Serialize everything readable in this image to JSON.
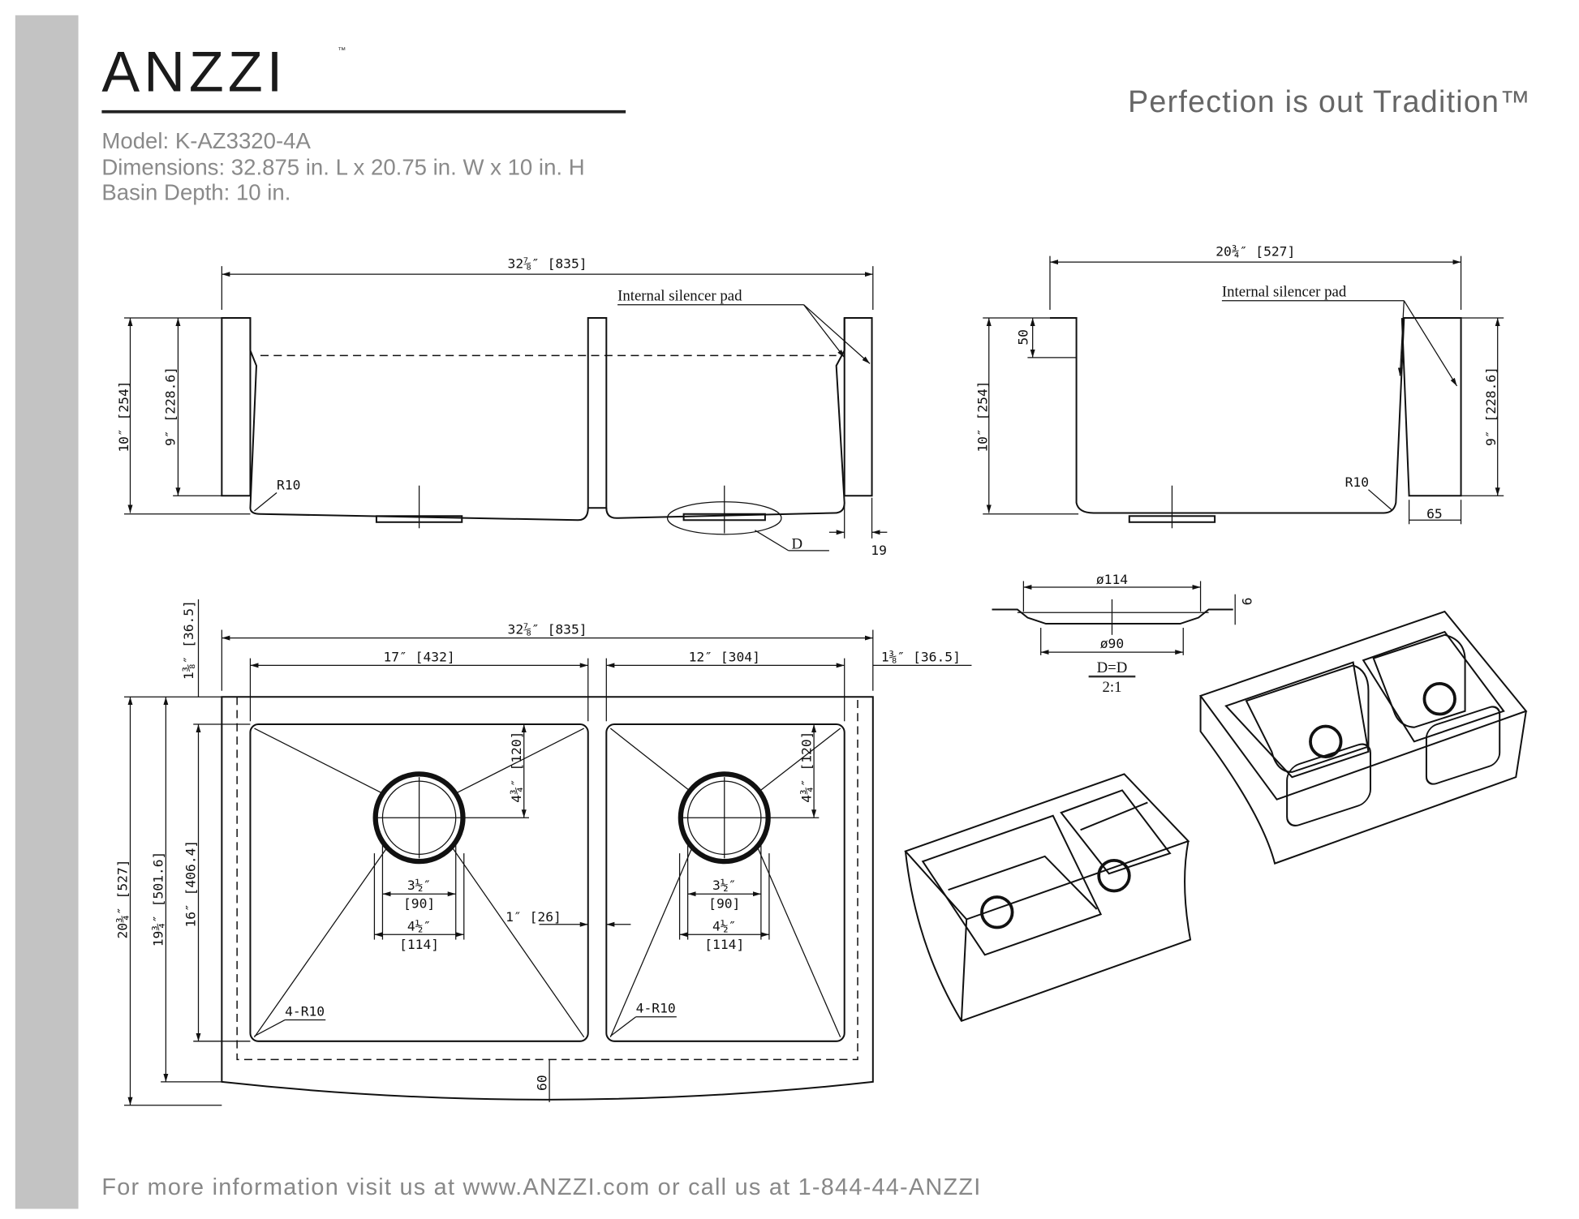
{
  "brand": {
    "logo": "ANZZI",
    "tm": "™",
    "tagline": "Perfection is out Tradition™"
  },
  "specs": {
    "model": "Model: K-AZ3320-4A",
    "dimensions": "Dimensions: 32.875 in. L x 20.75 in. W x 10 in. H",
    "basin_depth": "Basin Depth: 10 in."
  },
  "front_view": {
    "length": "32⅞″ [835]",
    "height": "10″ [254]",
    "inner_height": "9″ [228.6]",
    "silencer": "Internal silencer pad",
    "radius": "R10",
    "detail": "D",
    "wall": "19"
  },
  "side_view": {
    "width": "20¾″ [527]",
    "height": "10″ [254]",
    "inner_height": "9″ [228.6]",
    "rim": "50",
    "silencer": "Internal silencer pad",
    "radius": "R10",
    "apron": "65"
  },
  "drain_detail": {
    "outer": "ø114",
    "inner": "ø90",
    "depth": "6",
    "label": "D=D",
    "scale": "2:1"
  },
  "top_view": {
    "length": "32⅞″ [835]",
    "left_basin": "17″ [432]",
    "right_basin": "12″ [304]",
    "side_margin_right": "1⅜″ [36.5]",
    "side_margin_top": "1⅜″ [36.5]",
    "width": "20¾″ [527]",
    "width_inner": "19¾″ [501.6]",
    "basin_depth": "16″ [406.4]",
    "drain_offset_left": "4¾″ [120]",
    "drain_offset_right": "4¾″ [120]",
    "drain_inner_in": "3½″",
    "drain_inner_mm": "[90]",
    "drain_outer_in": "4½″",
    "drain_outer_mm": "[114]",
    "divider": "1″ [26]",
    "corner_left": "4-R10",
    "corner_right": "4-R10",
    "front": "60"
  },
  "footer": "For more information visit us at www.ANZZI.com or call us at 1-844-44-ANZZI"
}
